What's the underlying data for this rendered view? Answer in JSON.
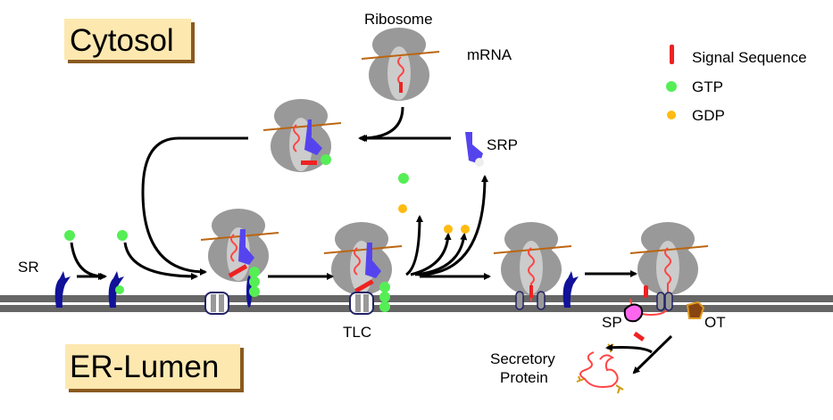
{
  "labels": {
    "cytosol": "Cytosol",
    "er_lumen": "ER-Lumen",
    "ribosome": "Ribosome",
    "mrna": "mRNA",
    "srp": "SRP",
    "sr": "SR",
    "tlc": "TLC",
    "sp": "SP",
    "ot": "OT",
    "secretory_line1": "Secretory",
    "secretory_line2": "Protein"
  },
  "legend": [
    {
      "label": "Signal Sequence",
      "icon": "red-bar",
      "color": "#ee2222"
    },
    {
      "label": "GTP",
      "icon": "green-dot",
      "color": "#55ee55"
    },
    {
      "label": "GDP",
      "icon": "orange-dot",
      "color": "#ffbb11"
    }
  ],
  "colors": {
    "label_box": "#fde8b0",
    "membrane": "#666666",
    "ribosome": "#999999",
    "srp": "#5544ee",
    "sr": "#111199",
    "mrna": "#bb6611"
  }
}
